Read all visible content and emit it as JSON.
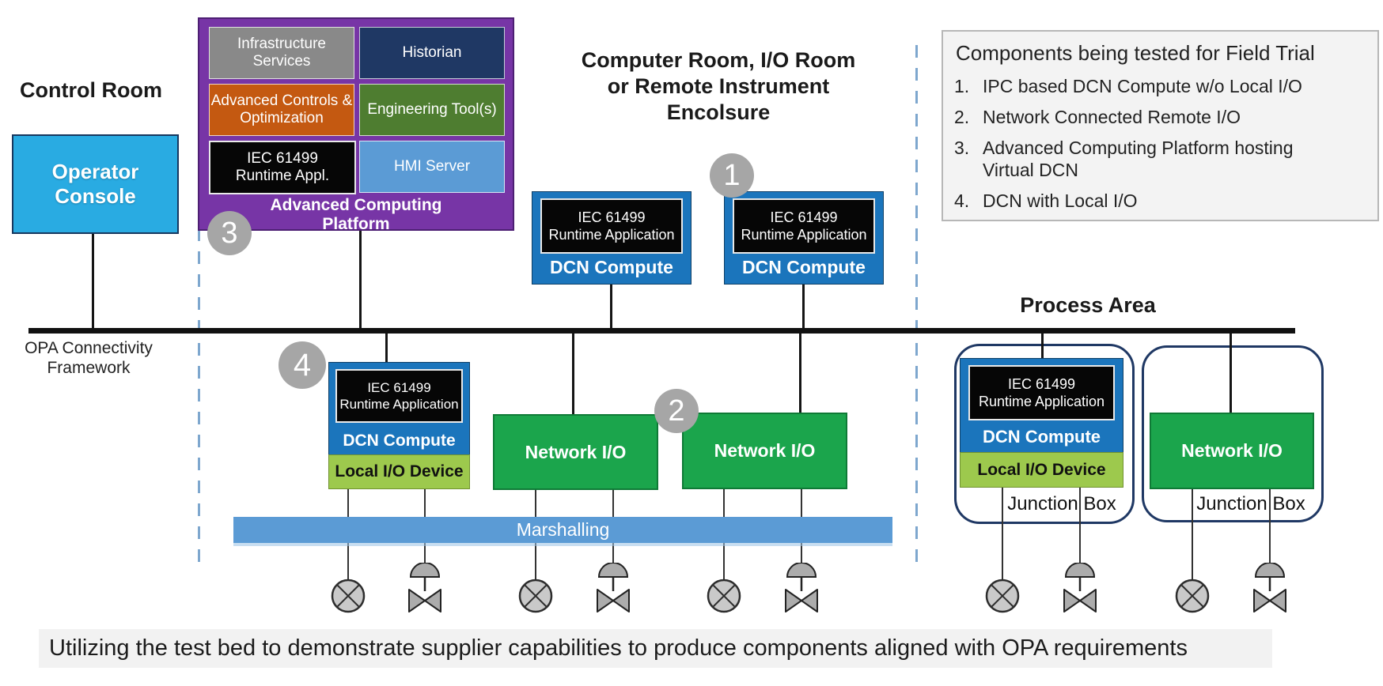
{
  "control_room": {
    "title": "Control Room",
    "console_label": "Operator Console"
  },
  "computer_room": {
    "title_lines": [
      "Computer Room, I/O Room",
      "or Remote Instrument",
      "Encolsure"
    ]
  },
  "process_area": {
    "title": "Process Area"
  },
  "legend": {
    "title": "Components being tested for Field Trial",
    "items": [
      {
        "num": "1.",
        "text": "IPC based DCN Compute w/o Local I/O"
      },
      {
        "num": "2.",
        "text": "Network Connected Remote I/O"
      },
      {
        "num": "3.",
        "text": "Advanced Computing Platform hosting Virtual DCN"
      },
      {
        "num": "4.",
        "text": "DCN with Local I/O"
      }
    ]
  },
  "platform": {
    "label": "Advanced Computing Platform",
    "modules": [
      {
        "label": "Infrastructure Services"
      },
      {
        "label": "Historian"
      },
      {
        "label": "Advanced Controls & Optimization"
      },
      {
        "label": "Engineering Tool(s)"
      },
      {
        "line1": "IEC 61499",
        "line2": "Runtime Appl."
      },
      {
        "label": "HMI Server"
      }
    ]
  },
  "runtime": {
    "line1": "IEC 61499",
    "line2": "Runtime Application"
  },
  "dcn": {
    "label": "DCN Compute"
  },
  "local_io": {
    "label": "Local I/O Device"
  },
  "network_io": {
    "label": "Network I/O"
  },
  "marshalling": {
    "label": "Marshalling"
  },
  "junction_box": {
    "label": "Junction Box"
  },
  "bus": {
    "label_line1": "OPA Connectivity",
    "label_line2": "Framework"
  },
  "badges": {
    "b1": "1",
    "b2": "2",
    "b3": "3",
    "b4": "4"
  },
  "caption": {
    "text": "Utilizing the test bed to demonstrate supplier capabilities to produce components aligned with OPA requirements"
  },
  "colors": {
    "console_blue": "#29ABE2",
    "platform_purple": "#7735A6",
    "dcn_blue": "#1B75BC",
    "network_green": "#1BA54C",
    "local_io_green": "#9DC94D",
    "marshalling_blue": "#5B9BD5",
    "badge_gray": "#A6A6A6",
    "infra_gray": "#898989",
    "historian_navy": "#1F3864",
    "controls_orange": "#C45911",
    "engineering_green": "#4E7D30",
    "hmi_blue": "#5B9BD5",
    "divider_blue": "#7EA7CE"
  }
}
